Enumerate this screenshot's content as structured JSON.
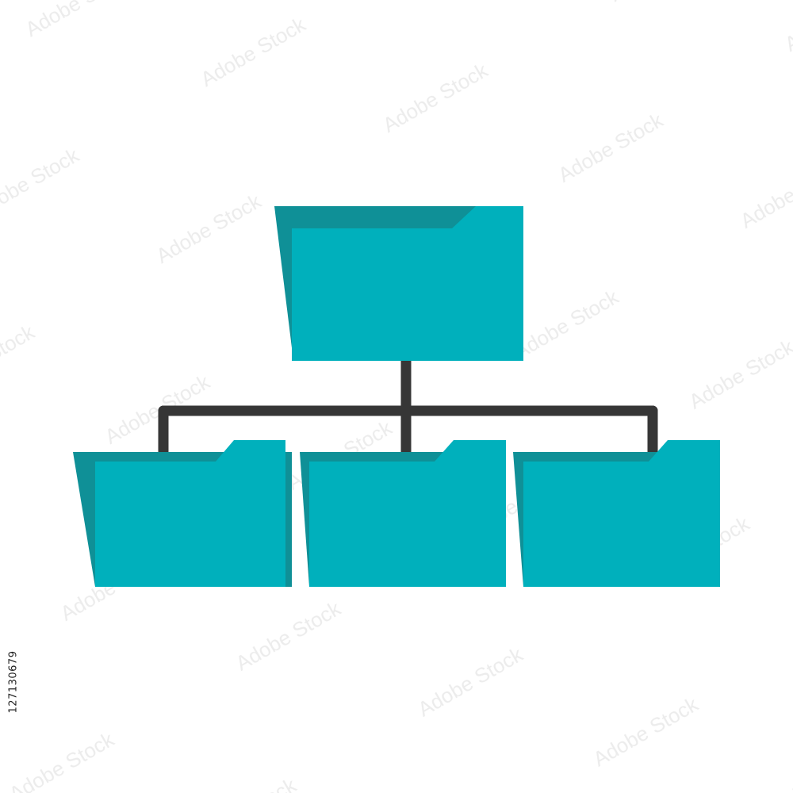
{
  "colors": {
    "background": "#ffffff",
    "folder_back": "#0f9097",
    "folder_front": "#00b0bc",
    "connector": "#363636",
    "watermark": "#d8d8d8"
  },
  "diagram": {
    "type": "folder-hierarchy",
    "root": {
      "icon": "folder-icon"
    },
    "children": [
      {
        "icon": "folder-icon"
      },
      {
        "icon": "folder-icon"
      },
      {
        "icon": "folder-icon"
      }
    ]
  },
  "watermark": {
    "text": "Adobe Stock"
  },
  "side_id": "127130679"
}
